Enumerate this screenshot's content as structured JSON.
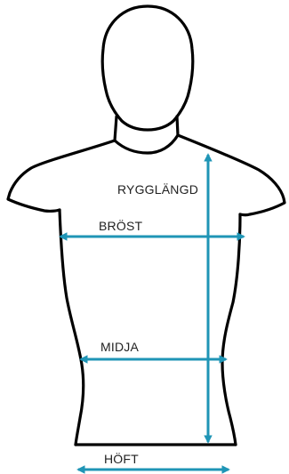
{
  "measurements": {
    "back_length": {
      "label": "RYGGLÄNGD"
    },
    "chest": {
      "label": "BRÖST"
    },
    "waist": {
      "label": "MIDJA"
    },
    "hip": {
      "label": "HÖFT"
    }
  },
  "colors": {
    "measure_line": "#1f95b6",
    "outline": "#000000",
    "label_text": "#222222",
    "background": "#ffffff"
  }
}
